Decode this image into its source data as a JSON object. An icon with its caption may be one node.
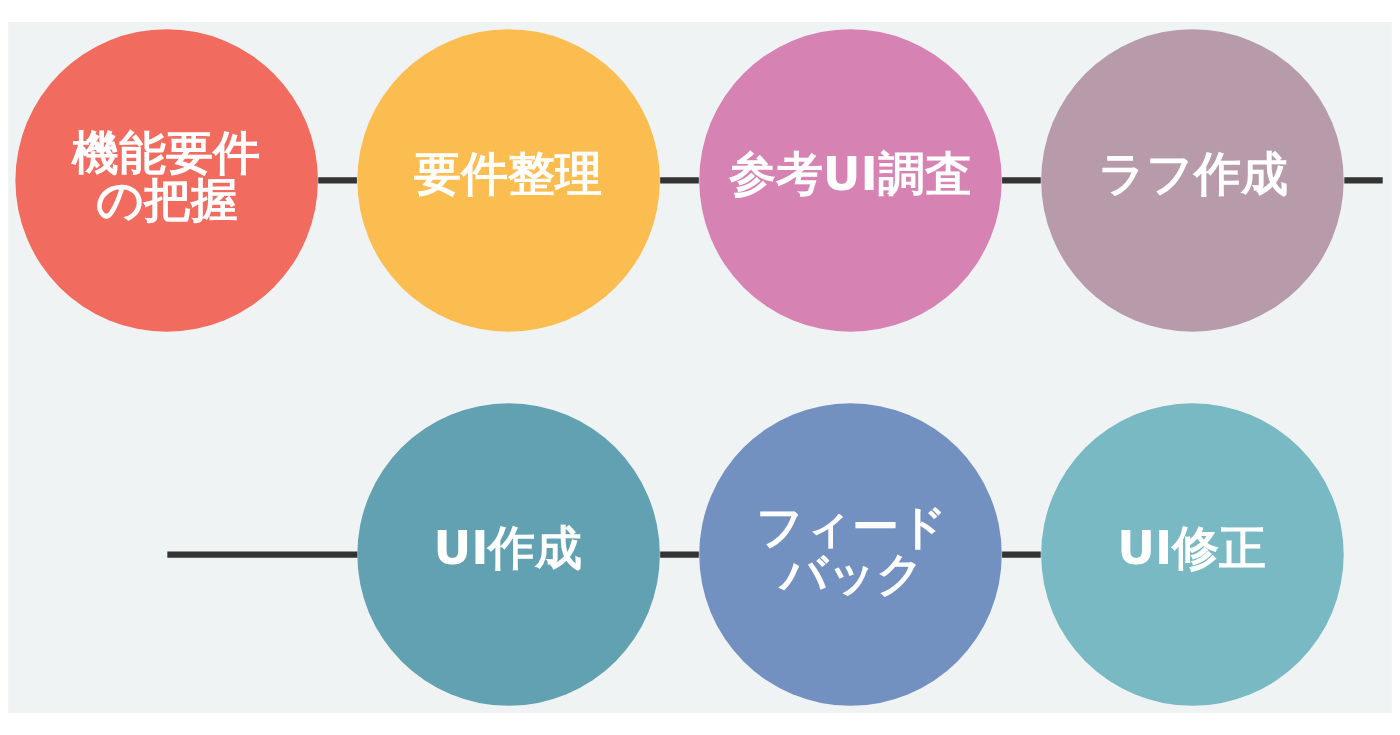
{
  "diagram": {
    "nodes": [
      {
        "text": [
          "機能要件の把握"
        ]
      },
      {
        "text": [
          "要件整理"
        ]
      },
      {
        "text": [
          "参考UI調査"
        ]
      },
      {
        "text": [
          "ラフ作成"
        ]
      },
      {
        "text": [
          "UI作成"
        ]
      },
      {
        "text": [
          "フィードバック"
        ]
      },
      {
        "text": [
          "UI修正"
        ]
      }
    ],
    "edges": [
      {
        "from": 0,
        "to": 1,
        "arrow": "none"
      },
      {
        "from": 1,
        "to": 2,
        "arrow": "none"
      },
      {
        "from": 2,
        "to": 3,
        "arrow": "none"
      },
      {
        "from": 3,
        "to": null,
        "arrow": "none"
      },
      {
        "from": null,
        "to": 4,
        "arrow": "none"
      },
      {
        "from": 4,
        "to": 5,
        "arrow": "none"
      },
      {
        "from": 5,
        "to": 6,
        "arrow": "none"
      }
    ]
  }
}
